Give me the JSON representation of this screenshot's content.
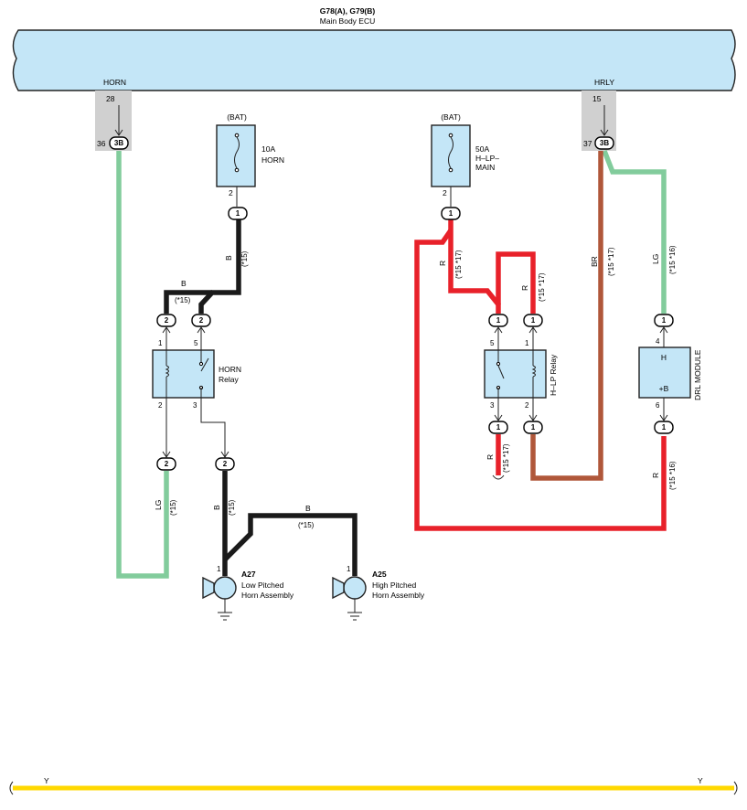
{
  "ecu": {
    "connector": "G78(A), G79(B)",
    "name": "Main Body ECU",
    "horn_label": "HORN",
    "horn_pin_top": "28",
    "horn_pin_side": "36",
    "horn_pin": "3B",
    "hrly_label": "HRLY",
    "hrly_pin_top": "15",
    "hrly_pin_side": "37",
    "hrly_pin": "3B"
  },
  "fuse_horn": {
    "source": "(BAT)",
    "rating": "10A",
    "name": "HORN",
    "pin": "2",
    "junction": "1"
  },
  "fuse_main": {
    "source": "(BAT)",
    "rating": "50A",
    "name_line1": "H–LP–",
    "name_line2": "MAIN",
    "pin": "2",
    "junction": "1"
  },
  "horn_relay": {
    "name_line1": "HORN",
    "name_line2": "Relay",
    "pin_1": "1",
    "pin_5": "5",
    "pin_2": "2",
    "pin_3": "3",
    "conn_left_top": "2",
    "conn_right_top": "2",
    "conn_left_bottom": "2",
    "conn_right_bottom": "2"
  },
  "hlp_relay": {
    "name": "H–LP Relay",
    "pin_5": "5",
    "pin_1": "1",
    "pin_3": "3",
    "pin_2": "2",
    "conn_left_top": "1",
    "conn_right_top": "1",
    "conn_left_bottom": "1",
    "conn_right_bottom": "1"
  },
  "drl": {
    "name": "DRL MODULE",
    "pin_h": "H",
    "pin_b": "+B",
    "pin_4": "4",
    "pin_6": "6",
    "conn_top": "1",
    "conn_bottom": "1"
  },
  "horn_low": {
    "code": "A27",
    "name_line1": "Low Pitched",
    "name_line2": "Horn Assembly",
    "pin": "1"
  },
  "horn_high": {
    "code": "A25",
    "name_line1": "High Pitched",
    "name_line2": "Horn Assembly",
    "pin": "1"
  },
  "wire_labels": {
    "B": "B",
    "R": "R",
    "LG": "LG",
    "BR": "BR",
    "Y": "Y",
    "n15": "(*15)",
    "n15_17": "(*15 *17)",
    "n15_16": "(*15 *16)"
  },
  "colors": {
    "wire_black": "#1a1a1a",
    "wire_red": "#e8212a",
    "wire_light_green": "#82cc9c",
    "wire_brown": "#b0573a",
    "wire_yellow": "#ffd800",
    "component_fill": "#c4e6f7"
  }
}
